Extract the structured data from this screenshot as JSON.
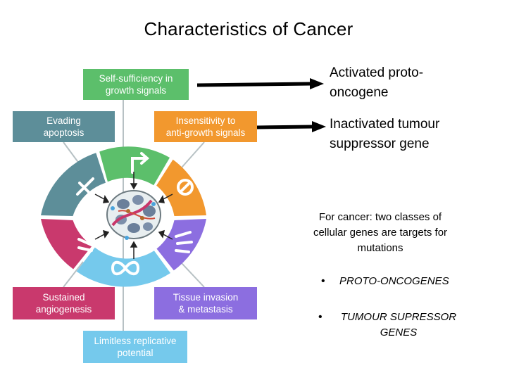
{
  "title": "Characteristics of Cancer",
  "hallmarks": {
    "self_sufficiency": [
      "Self-sufficiency in",
      "growth signals"
    ],
    "evading": [
      "Evading",
      "apoptosis"
    ],
    "insensitivity": [
      "Insensitivity to",
      "anti-growth signals"
    ],
    "sustained": [
      "Sustained",
      "angiogenesis"
    ],
    "tissue": [
      "Tissue invasion",
      "& metastasis"
    ],
    "limitless": [
      "Limitless replicative",
      "potential"
    ]
  },
  "labels": {
    "activated": [
      "Activated proto-",
      "oncogene"
    ],
    "inactivated": [
      "Inactivated tumour",
      "suppressor gene"
    ],
    "note": "For cancer: two classes of cellular genes are targets for mutations"
  },
  "bullets": [
    "PROTO-ONCOGENES",
    "TUMOUR SUPRESSOR GENES"
  ],
  "colors": {
    "green": "#5cbf6b",
    "teal": "#5d8e99",
    "orange": "#f2982e",
    "magenta": "#c9396d",
    "purple": "#8c6ee0",
    "light_blue": "#75c9ec"
  }
}
